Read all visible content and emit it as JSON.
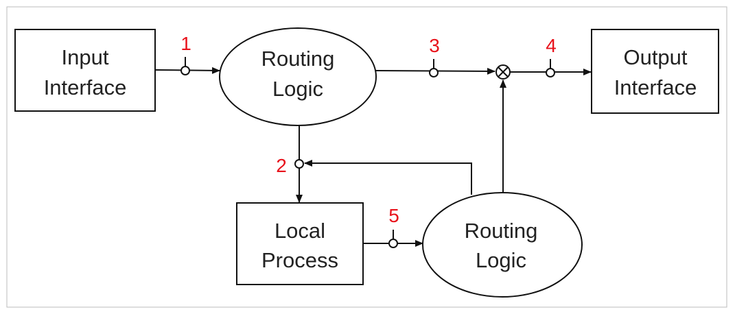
{
  "colors": {
    "stroke": "#111111",
    "text": "#222222",
    "tap_label": "#e8121b",
    "frame": "#bbbbbb"
  },
  "nodes": {
    "input_interface": {
      "line1": "Input",
      "line2": "Interface"
    },
    "routing_logic_top": {
      "line1": "Routing",
      "line2": "Logic"
    },
    "output_interface": {
      "line1": "Output",
      "line2": "Interface"
    },
    "local_process": {
      "line1": "Local",
      "line2": "Process"
    },
    "routing_logic_bottom": {
      "line1": "Routing",
      "line2": "Logic"
    }
  },
  "tap_points": [
    "1",
    "2",
    "3",
    "4",
    "5"
  ],
  "merge_symbol": "cross-circle"
}
